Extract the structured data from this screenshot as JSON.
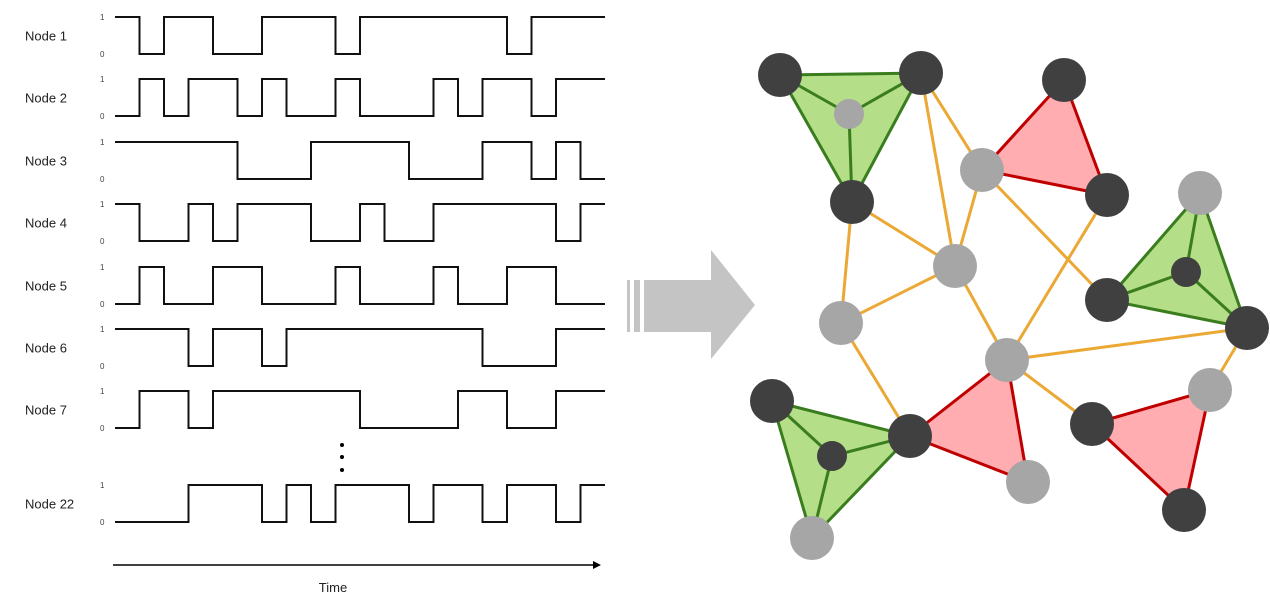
{
  "waveforms": {
    "time_label": "Time",
    "level_high": "1",
    "level_low": "0",
    "ellipsis": "⋮",
    "nodes": [
      {
        "label": "Node 1",
        "bits": [
          1,
          0,
          1,
          1,
          0,
          0,
          1,
          1,
          1,
          0,
          1,
          1,
          1,
          1,
          1,
          1,
          0,
          1,
          1,
          1
        ]
      },
      {
        "label": "Node 2",
        "bits": [
          0,
          1,
          0,
          1,
          1,
          0,
          1,
          0,
          0,
          1,
          0,
          0,
          0,
          1,
          0,
          1,
          1,
          0,
          1,
          1
        ]
      },
      {
        "label": "Node 3",
        "bits": [
          1,
          1,
          1,
          1,
          1,
          0,
          0,
          0,
          1,
          1,
          1,
          1,
          0,
          0,
          0,
          1,
          1,
          0,
          1,
          0
        ]
      },
      {
        "label": "Node 4",
        "bits": [
          1,
          0,
          0,
          1,
          0,
          1,
          1,
          1,
          0,
          0,
          1,
          0,
          0,
          1,
          1,
          1,
          1,
          1,
          0,
          1
        ]
      },
      {
        "label": "Node 5",
        "bits": [
          0,
          1,
          0,
          0,
          1,
          1,
          0,
          0,
          0,
          1,
          0,
          0,
          0,
          1,
          0,
          0,
          1,
          1,
          0,
          0
        ]
      },
      {
        "label": "Node 6",
        "bits": [
          1,
          1,
          1,
          0,
          1,
          1,
          0,
          1,
          1,
          1,
          1,
          1,
          1,
          1,
          1,
          0,
          0,
          0,
          1,
          1
        ]
      },
      {
        "label": "Node 7",
        "bits": [
          0,
          1,
          1,
          0,
          1,
          1,
          1,
          1,
          1,
          1,
          0,
          0,
          0,
          0,
          1,
          1,
          0,
          0,
          1,
          1
        ]
      },
      {
        "label": "Node 22",
        "bits": [
          0,
          0,
          0,
          1,
          1,
          1,
          0,
          1,
          0,
          1,
          1,
          1,
          0,
          1,
          1,
          0,
          1,
          1,
          0,
          1
        ]
      }
    ]
  },
  "arrow": {
    "icon": "right-arrow-icon",
    "color": "#c4c4c4"
  },
  "graph": {
    "colors": {
      "dark_node": "#404040",
      "gray_node": "#a6a6a6",
      "edge": "#eba834",
      "green_fill": "#b5de88",
      "green_stroke": "#3a7d1f",
      "red_fill": "#ffadb0",
      "red_stroke": "#c00000"
    },
    "nodes": [
      {
        "id": "A",
        "type": "dark"
      },
      {
        "id": "B",
        "type": "dark"
      },
      {
        "id": "C",
        "type": "gray",
        "small": true
      },
      {
        "id": "D",
        "type": "dark"
      },
      {
        "id": "E",
        "type": "dark"
      },
      {
        "id": "F",
        "type": "gray"
      },
      {
        "id": "G",
        "type": "dark"
      },
      {
        "id": "H",
        "type": "gray"
      },
      {
        "id": "I",
        "type": "gray"
      },
      {
        "id": "J",
        "type": "dark",
        "small": true
      },
      {
        "id": "K",
        "type": "dark"
      },
      {
        "id": "L",
        "type": "dark"
      },
      {
        "id": "M",
        "type": "gray"
      },
      {
        "id": "N",
        "type": "gray"
      },
      {
        "id": "O",
        "type": "gray"
      },
      {
        "id": "P",
        "type": "dark"
      },
      {
        "id": "Q",
        "type": "dark"
      },
      {
        "id": "R",
        "type": "dark",
        "small": true
      },
      {
        "id": "S",
        "type": "dark"
      },
      {
        "id": "T",
        "type": "gray"
      },
      {
        "id": "U",
        "type": "gray"
      },
      {
        "id": "V",
        "type": "dark"
      }
    ],
    "edges": [
      [
        "B",
        "F"
      ],
      [
        "B",
        "H"
      ],
      [
        "D",
        "H"
      ],
      [
        "D",
        "M"
      ],
      [
        "F",
        "H"
      ],
      [
        "F",
        "K"
      ],
      [
        "G",
        "N"
      ],
      [
        "H",
        "M"
      ],
      [
        "H",
        "N"
      ],
      [
        "N",
        "L"
      ],
      [
        "N",
        "S"
      ],
      [
        "M",
        "P"
      ],
      [
        "L",
        "O"
      ]
    ],
    "green_groups": [
      {
        "tri": [
          "A",
          "B",
          "D"
        ],
        "center": "C"
      },
      {
        "tri": [
          "I",
          "K",
          "L"
        ],
        "center": "J"
      },
      {
        "tri": [
          "Q",
          "P",
          "U"
        ],
        "center": "R"
      }
    ],
    "red_groups": [
      [
        "E",
        "F",
        "G"
      ],
      [
        "P",
        "N",
        "T"
      ],
      [
        "S",
        "O",
        "V"
      ]
    ]
  }
}
